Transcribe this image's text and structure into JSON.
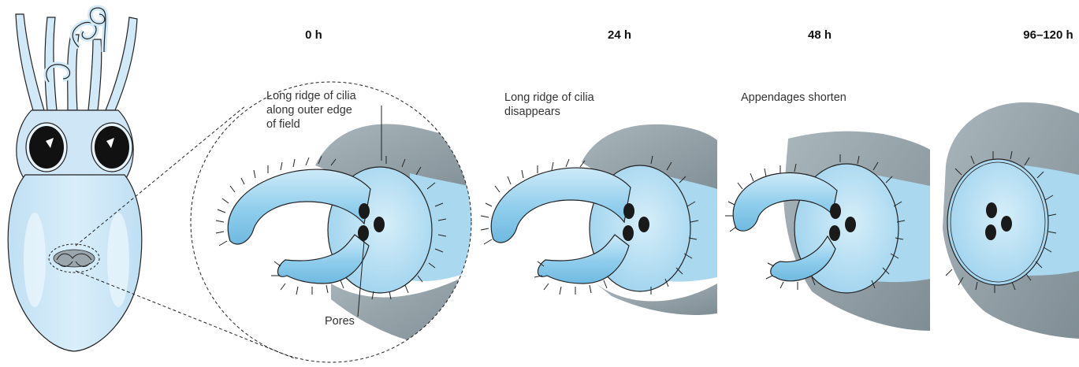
{
  "stages": [
    {
      "label": "0 h"
    },
    {
      "label": "24 h"
    },
    {
      "label": "48 h"
    },
    {
      "label": "96–120 h"
    }
  ],
  "annotations": {
    "ridge_0h": [
      "Long ridge of cilia",
      "along outer edge",
      "of field"
    ],
    "pores": "Pores",
    "ridge_24h": [
      "Long ridge of cilia",
      "disappears"
    ],
    "appendages_48h": "Appendages shorten"
  },
  "colors": {
    "squid_body": "#cfe6f6",
    "organ_blue": "#8ccbec",
    "organ_blue_light": "#d3ecf9",
    "tissue_gray": "#8e9ca3",
    "pore": "#1a1a1a",
    "outline": "#222222"
  }
}
